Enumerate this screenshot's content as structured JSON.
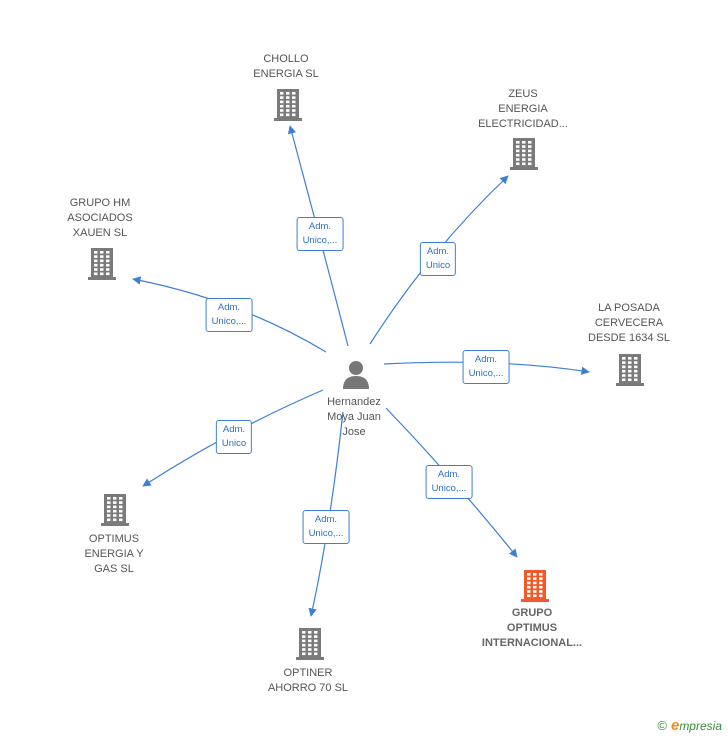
{
  "center": {
    "name": "Hernandez\nMoya Juan\nJose",
    "icon": "person-icon"
  },
  "nodes": [
    {
      "id": "chollo",
      "name": "CHOLLO\nENERGIA  SL",
      "icon": "building-icon",
      "highlight": false,
      "role": "Adm.\nUnico,..."
    },
    {
      "id": "zeus",
      "name": "ZEUS\nENERGIA\nELECTRICIDAD...",
      "icon": "building-icon",
      "highlight": false,
      "role": "Adm.\nUnico"
    },
    {
      "id": "grupo-hm",
      "name": "GRUPO HM\nASOCIADOS\nXAUEN  SL",
      "icon": "building-icon",
      "highlight": false,
      "role": "Adm.\nUnico,..."
    },
    {
      "id": "la-posada",
      "name": "LA POSADA\nCERVECERA\nDESDE 1634 SL",
      "icon": "building-icon",
      "highlight": false,
      "role": "Adm.\nUnico,..."
    },
    {
      "id": "optimus-energia",
      "name": "OPTIMUS\nENERGIA Y\nGAS  SL",
      "icon": "building-icon",
      "highlight": false,
      "role": "Adm.\nUnico"
    },
    {
      "id": "grupo-optimus",
      "name": "GRUPO\nOPTIMUS\nINTERNACIONAL...",
      "icon": "building-icon",
      "highlight": true,
      "role": "Adm.\nUnico,..."
    },
    {
      "id": "optiner",
      "name": "OPTINER\nAHORRO 70  SL",
      "icon": "building-icon",
      "highlight": false,
      "role": "Adm.\nUnico,..."
    }
  ],
  "colors": {
    "edge": "#3d7fd6",
    "building": "#7a7a7a",
    "building_highlight": "#f05a28",
    "person": "#777777"
  },
  "brand": {
    "symbol": "©",
    "initial": "e",
    "rest": "mpresia"
  }
}
